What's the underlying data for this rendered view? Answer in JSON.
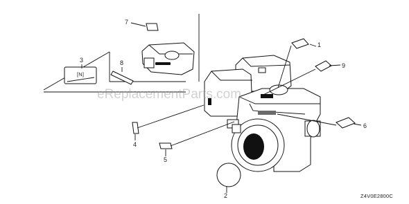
{
  "callouts": [
    {
      "id": "1",
      "label": "1"
    },
    {
      "id": "2",
      "label": "2"
    },
    {
      "id": "3",
      "label": "3"
    },
    {
      "id": "4",
      "label": "4"
    },
    {
      "id": "5",
      "label": "5"
    },
    {
      "id": "6",
      "label": "6"
    },
    {
      "id": "7",
      "label": "7"
    },
    {
      "id": "8",
      "label": "8"
    },
    {
      "id": "9",
      "label": "9"
    }
  ],
  "diagram_code": "Z4V0E2800C",
  "watermark": "eReplacementParts.com",
  "emblem_text": "[N]",
  "colors": {
    "line": "#111111",
    "background": "#ffffff",
    "watermark": "#9a9a9a"
  }
}
